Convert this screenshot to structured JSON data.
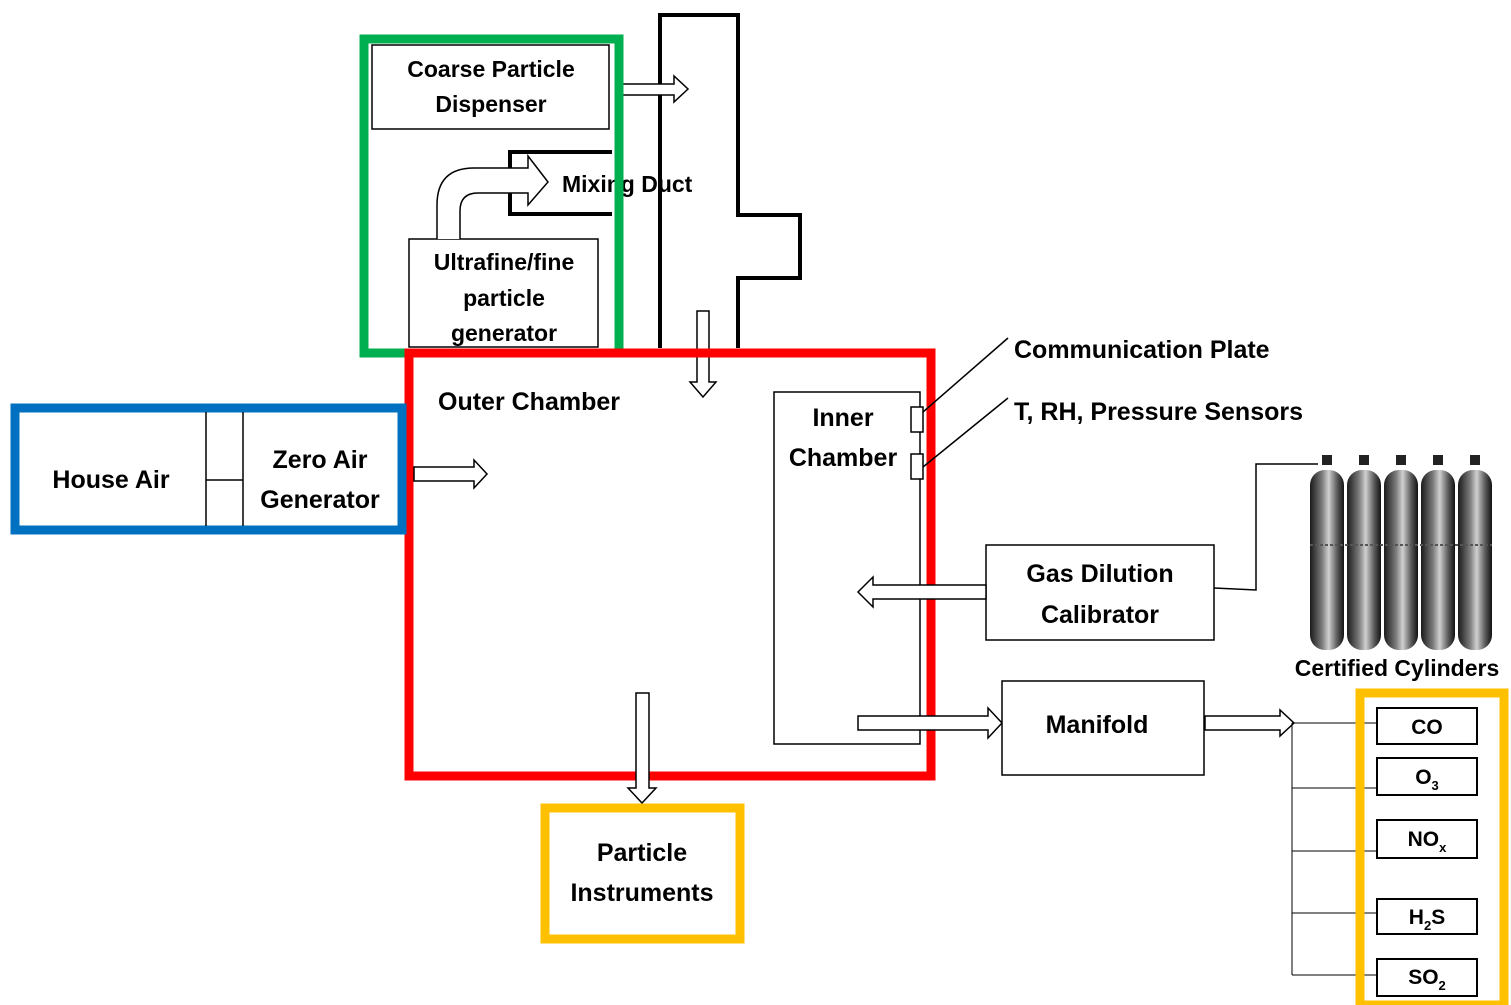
{
  "labels": {
    "coarse_line1": "Coarse Particle",
    "coarse_line2": "Dispenser",
    "mixing_duct": "Mixing Duct",
    "ultrafine_line1": "Ultrafine/fine",
    "ultrafine_line2": "particle",
    "ultrafine_line3": "generator",
    "outer_chamber": "Outer Chamber",
    "inner_line1": "Inner",
    "inner_line2": "Chamber",
    "house_air": "House Air",
    "zero_air_line1": "Zero Air",
    "zero_air_line2": "Generator",
    "communication_plate": "Communication Plate",
    "sensors": "T, RH, Pressure Sensors",
    "gas_dilution_line1": "Gas Dilution",
    "gas_dilution_line2": "Calibrator",
    "certified_cylinders": "Certified Cylinders",
    "manifold": "Manifold",
    "particle_line1": "Particle",
    "particle_line2": "Instruments"
  },
  "gases": {
    "co": "CO",
    "o3": {
      "base": "O",
      "sub": "3"
    },
    "nox": {
      "base": "NO",
      "sub": "x"
    },
    "h2s": {
      "base": "H",
      "sub": "2",
      "tail": "S"
    },
    "so2": {
      "base": "SO",
      "sub": "2"
    }
  },
  "colors": {
    "green": "#00b050",
    "red": "#ff0000",
    "blue": "#0070c0",
    "gold": "#ffc000",
    "black": "#000000"
  }
}
